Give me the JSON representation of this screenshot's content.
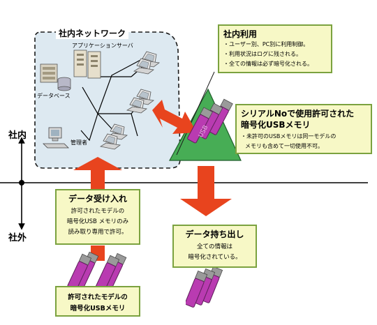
{
  "network": {
    "title": "社内ネットワーク",
    "app_server_label": "アプリケーションサーバ",
    "database_label": "データベース",
    "admin_label": "管理者"
  },
  "zones": {
    "inside_label": "社内",
    "outside_label": "社外"
  },
  "internal_use": {
    "title": "社内利用",
    "items": [
      "・ユーザー別、PC別に利用制御。",
      "・利用状況はログに残される。",
      "・全ての情報は必ず暗号化される。"
    ]
  },
  "serial_usb": {
    "title_line1": "シリアルNoで使用許可された",
    "title_line2": "暗号化USBメモリ",
    "note_line1": "・未許可のUSBメモリは同一モデルの",
    "note_line2": "メモリも含めて一切使用不可。"
  },
  "data_in": {
    "title": "データ受け入れ",
    "line1": "許可されたモデルの",
    "line2": "暗号化USB メモリのみ",
    "line3": "読み取り専用で許可。"
  },
  "data_out": {
    "title": "データ持ち出し",
    "line1": "全ての情報は",
    "line2": "暗号化されている。"
  },
  "permitted_model": {
    "line1": "許可されたモデルの",
    "line2": "暗号化USBメモリ"
  },
  "usb_stick_text": "USB",
  "colors": {
    "callout_fill": "#f7f8c6",
    "callout_border": "#7ba23f",
    "arrow": "#e8441e",
    "usb": "#b93bb1",
    "triangle": "#47ad55",
    "network_area": "#dde9f1"
  }
}
